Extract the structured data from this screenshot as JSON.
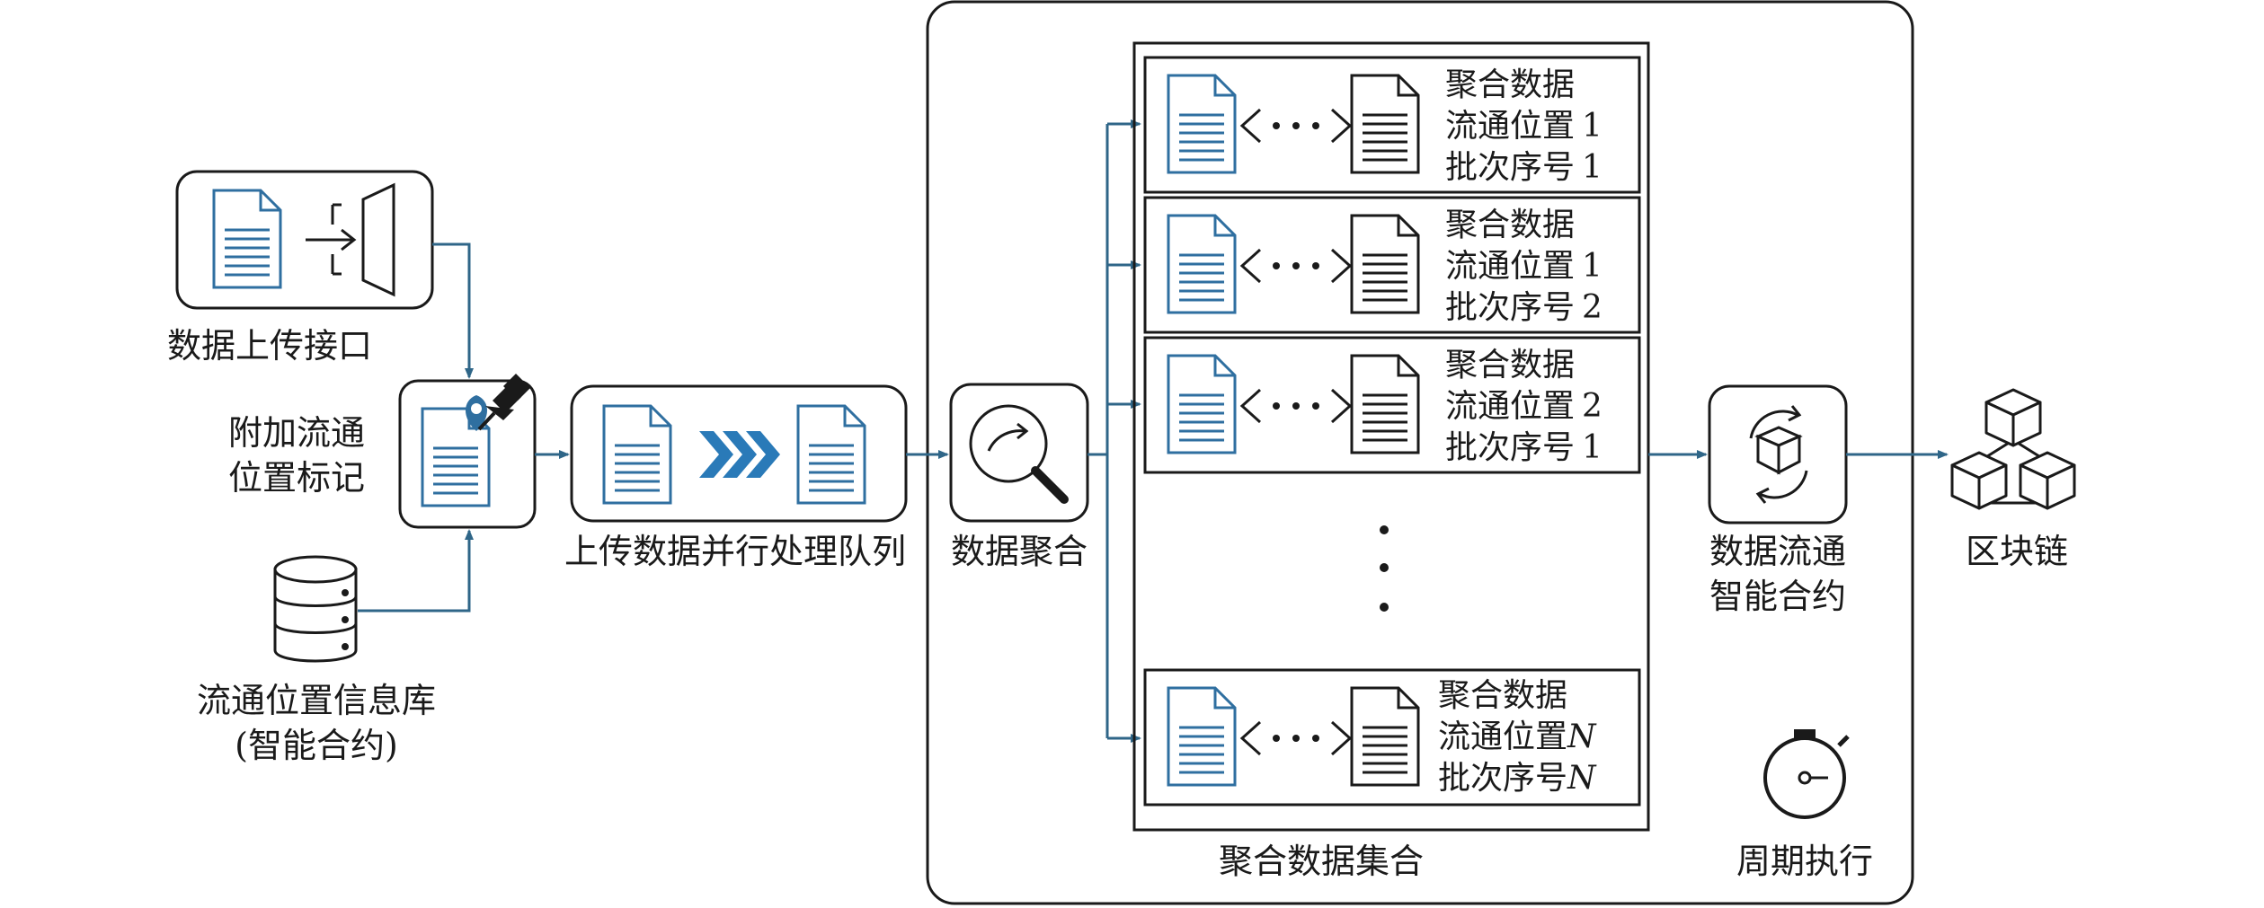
{
  "diagram": {
    "upload_interface_label": "数据上传接口",
    "attach_marker_label_line1": "附加流通",
    "attach_marker_label_line2": "位置标记",
    "location_db_label_line1": "流通位置信息库",
    "location_db_label_line2": "(智能合约)",
    "queue_label": "上传数据并行处理队列",
    "aggregation_label": "数据聚合",
    "collection_label": "聚合数据集合",
    "periodic_label": "周期执行",
    "contract_label_line1": "数据流通",
    "contract_label_line2": "智能合约",
    "blockchain_label": "区块链",
    "ellipsis": "⋮",
    "records": [
      {
        "line1": "聚合数据",
        "line2_prefix": "流通位置",
        "line2_value": "1",
        "line3_prefix": "批次序号",
        "line3_value": "1"
      },
      {
        "line1": "聚合数据",
        "line2_prefix": "流通位置",
        "line2_value": "1",
        "line3_prefix": "批次序号",
        "line3_value": "2"
      },
      {
        "line1": "聚合数据",
        "line2_prefix": "流通位置",
        "line2_value": "2",
        "line3_prefix": "批次序号",
        "line3_value": "1"
      },
      {
        "line1": "聚合数据",
        "line2_prefix": "流通位置",
        "line2_value": "N",
        "line3_prefix": "批次序号",
        "line3_value": "N"
      }
    ]
  },
  "colors": {
    "flow_arrow": "#2f6688",
    "doc_blue": "#2f6fa0",
    "chevron_blue": "#2a7ab8",
    "outline": "#1a1a1a"
  }
}
